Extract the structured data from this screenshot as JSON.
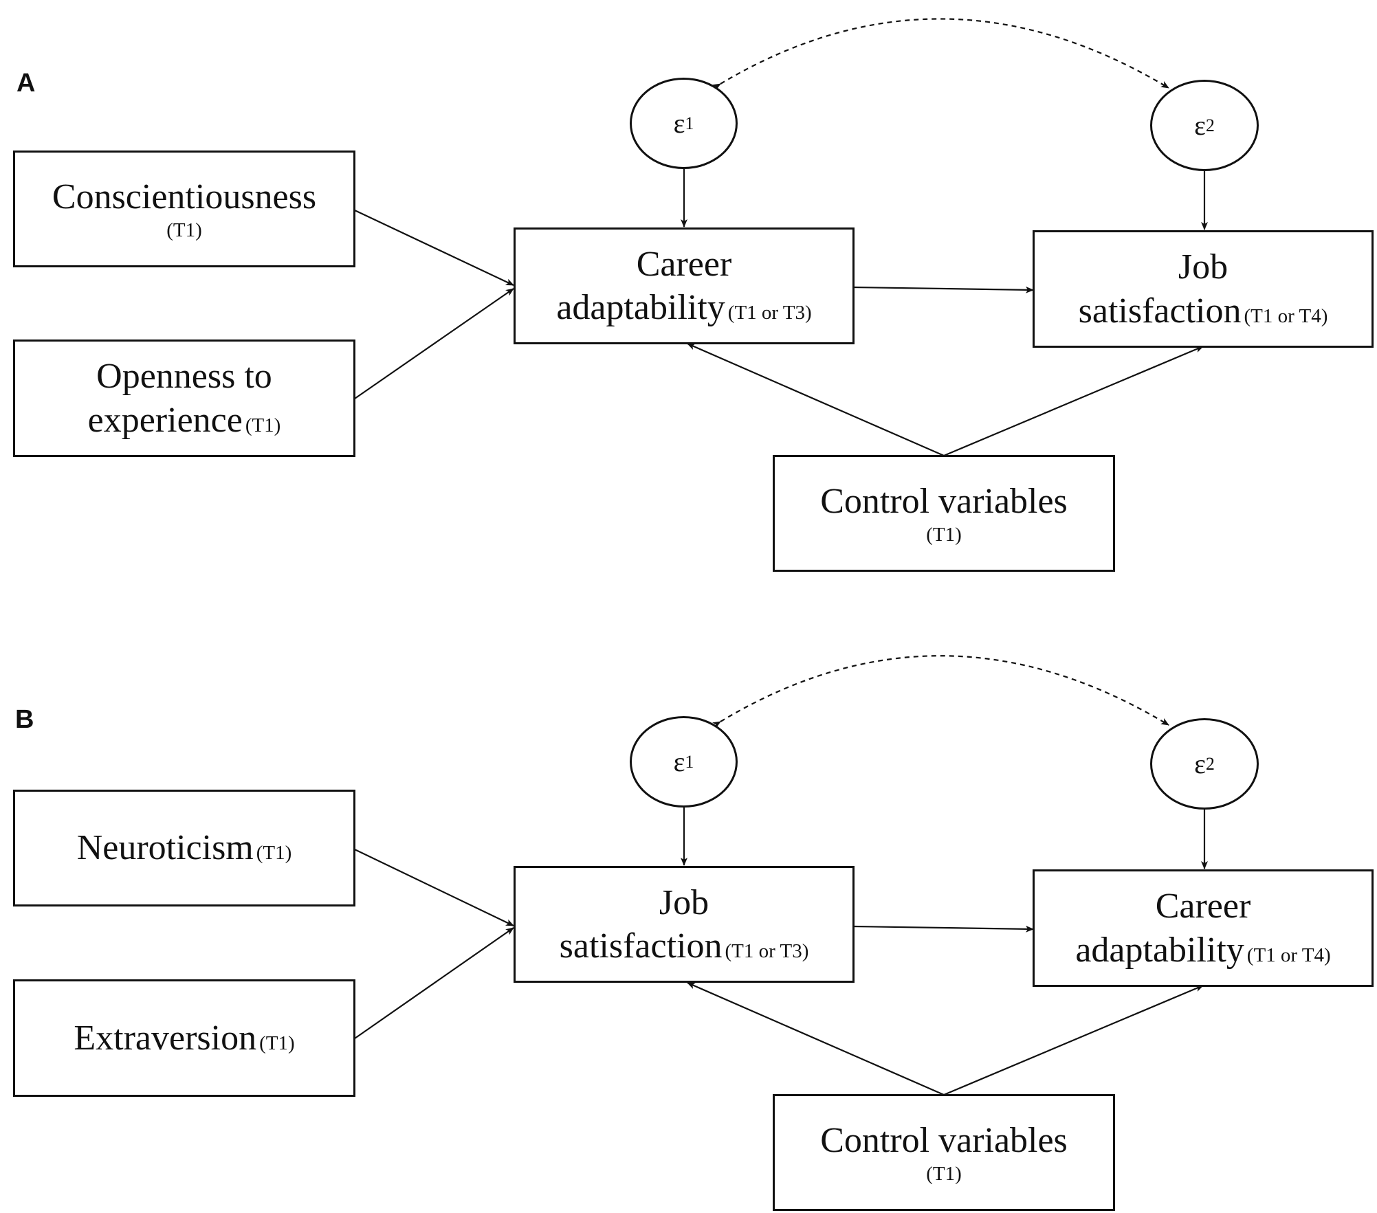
{
  "panel_a": {
    "label": "A",
    "error1": {
      "symbol": "ε",
      "index": "1"
    },
    "error2": {
      "symbol": "ε",
      "index": "2"
    },
    "pred1": {
      "name": "Conscientiousness",
      "time": "(T1)"
    },
    "pred2": {
      "line1": "Openness to",
      "line2": "experience",
      "time": "(T1)"
    },
    "mediator": {
      "line1": "Career",
      "line2": "adaptability",
      "time": "(T1 or T3)"
    },
    "outcome": {
      "line1": "Job",
      "line2": "satisfaction",
      "time": "(T1 or T4)"
    },
    "controls": {
      "name": "Control variables",
      "time": "(T1)"
    }
  },
  "panel_b": {
    "label": "B",
    "error1": {
      "symbol": "ε",
      "index": "1"
    },
    "error2": {
      "symbol": "ε",
      "index": "2"
    },
    "pred1": {
      "name": "Neuroticism",
      "time": "(T1)"
    },
    "pred2": {
      "name": "Extraversion",
      "time": "(T1)"
    },
    "mediator": {
      "line1": "Job",
      "line2": "satisfaction",
      "time": "(T1 or T3)"
    },
    "outcome": {
      "line1": "Career",
      "line2": "adaptability",
      "time": "(T1 or T4)"
    },
    "controls": {
      "name": "Control variables",
      "time": "(T1)"
    }
  }
}
